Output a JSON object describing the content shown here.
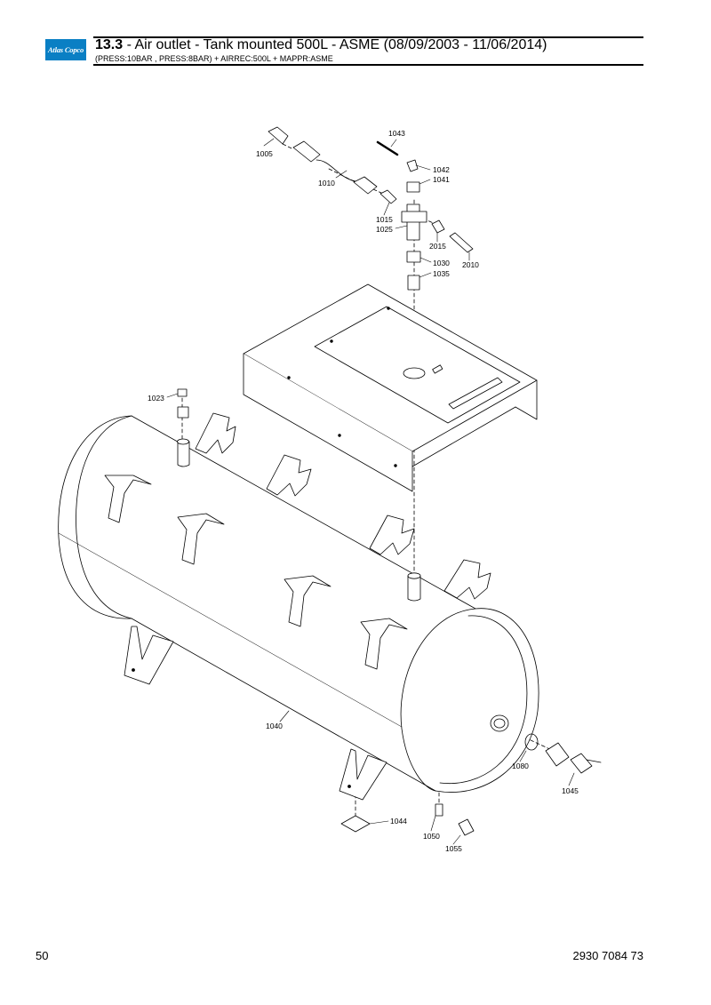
{
  "header": {
    "logo_text": "Atlas Copco",
    "section_number": "13.3",
    "title_rest": " - Air outlet - Tank mounted 500L - ASME (08/09/2003 - 11/06/2014)",
    "subtitle": "(PRESS:10BAR , PRESS:8BAR) + AIRREC:500L + MAPPR:ASME",
    "brand_color": "#0a7fc4"
  },
  "callouts": {
    "p1005": "1005",
    "p1010": "1010",
    "p1043": "1043",
    "p1042": "1042",
    "p1041": "1041",
    "p1015": "1015",
    "p1025": "1025",
    "p2015": "2015",
    "p2010": "2010",
    "p1030": "1030",
    "p1035": "1035",
    "p1023": "1023",
    "p1040": "1040",
    "p1080": "1080",
    "p1045": "1045",
    "p1044": "1044",
    "p1050": "1050",
    "p1055": "1055"
  },
  "footer": {
    "page_number": "50",
    "document_number": "2930 7084 73"
  }
}
